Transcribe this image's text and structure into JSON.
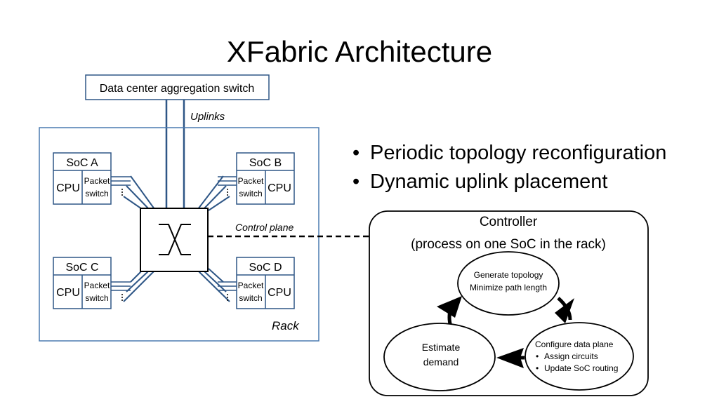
{
  "title": "XFabric Architecture",
  "agg_switch": "Data center aggregation switch",
  "uplinks_label": "Uplinks",
  "rack_label": "Rack",
  "control_plane_label": "Control plane",
  "socs": [
    {
      "name": "SoC A",
      "cpu": "CPU",
      "switch_line1": "Packet",
      "switch_line2": "switch"
    },
    {
      "name": "SoC B",
      "cpu": "CPU",
      "switch_line1": "Packet",
      "switch_line2": "switch"
    },
    {
      "name": "SoC C",
      "cpu": "CPU",
      "switch_line1": "Packet",
      "switch_line2": "switch"
    },
    {
      "name": "SoC D",
      "cpu": "CPU",
      "switch_line1": "Packet",
      "switch_line2": "switch"
    }
  ],
  "bullets": [
    "Periodic topology reconfiguration",
    "Dynamic uplink placement"
  ],
  "controller": {
    "title": "Controller",
    "subtitle": "(process on one SoC in the rack)",
    "generate": {
      "line1": "Generate topology",
      "line2": "Minimize path length"
    },
    "estimate": {
      "line1": "Estimate",
      "line2": "demand"
    },
    "configure": {
      "line1": "Configure data plane",
      "item1": "Assign circuits",
      "item2": "Update SoC routing"
    }
  },
  "colors": {
    "rack_border": "#4a7ab0",
    "line": "#2e5686",
    "text": "#000000"
  }
}
